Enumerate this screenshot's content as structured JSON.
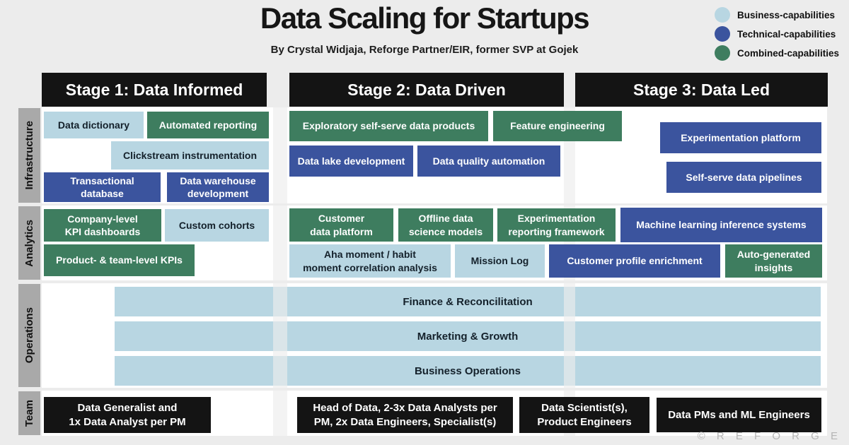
{
  "header": {
    "title": "Data Scaling for Startups",
    "subtitle": "By Crystal Widjaja, Reforge Partner/EIR, former SVP at Gojek"
  },
  "legend": {
    "items": [
      {
        "label": "Business-capabilities",
        "type": "business",
        "color": "#b8d6e2"
      },
      {
        "label": "Technical-capabilities",
        "type": "technical",
        "color": "#3b549e"
      },
      {
        "label": "Combined-capabilities",
        "type": "combined",
        "color": "#3e7d5f"
      }
    ]
  },
  "stages": [
    {
      "label": "Stage 1: Data Informed"
    },
    {
      "label": "Stage 2: Data Driven"
    },
    {
      "label": "Stage 3: Data Led"
    }
  ],
  "rows": [
    {
      "label": "Infrastructure"
    },
    {
      "label": "Analytics"
    },
    {
      "label": "Operations"
    },
    {
      "label": "Team"
    }
  ],
  "capabilities": {
    "infrastructure": [
      {
        "label": "Data dictionary",
        "type": "business",
        "stage": 1
      },
      {
        "label": "Automated reporting",
        "type": "combined",
        "stage": 1
      },
      {
        "label": "Clickstream instrumentation",
        "type": "business",
        "stage": 1
      },
      {
        "label": "Transactional\ndatabase",
        "type": "technical",
        "stage": 1
      },
      {
        "label": "Data warehouse\ndevelopment",
        "type": "technical",
        "stage": 1
      },
      {
        "label": "Exploratory self-serve data products",
        "type": "combined",
        "stage": 2
      },
      {
        "label": "Feature engineering",
        "type": "combined",
        "stage": 2
      },
      {
        "label": "Data lake development",
        "type": "technical",
        "stage": 2
      },
      {
        "label": "Data quality automation",
        "type": "technical",
        "stage": 2
      },
      {
        "label": "Experimentation platform",
        "type": "technical",
        "stage": 3
      },
      {
        "label": "Self-serve data pipelines",
        "type": "technical",
        "stage": 3
      }
    ],
    "analytics": [
      {
        "label": "Company-level\nKPI dashboards",
        "type": "combined",
        "stage": 1
      },
      {
        "label": "Custom cohorts",
        "type": "business",
        "stage": 1
      },
      {
        "label": "Product- & team-level KPIs",
        "type": "combined",
        "stage": 1
      },
      {
        "label": "Customer\ndata platform",
        "type": "combined",
        "stage": 2
      },
      {
        "label": "Offline data\nscience models",
        "type": "combined",
        "stage": 2
      },
      {
        "label": "Experimentation\nreporting framework",
        "type": "combined",
        "stage": 2
      },
      {
        "label": "Aha moment / habit\nmoment correlation analysis",
        "type": "business",
        "stage": 2
      },
      {
        "label": "Mission Log",
        "type": "business",
        "stage": 2
      },
      {
        "label": "Machine learning inference systems",
        "type": "technical",
        "stage": 3
      },
      {
        "label": "Customer profile enrichment",
        "type": "technical",
        "stage": 3
      },
      {
        "label": "Auto-generated\ninsights",
        "type": "combined",
        "stage": 3
      }
    ],
    "operations": [
      {
        "label": "Finance & Reconcilitation",
        "type": "business"
      },
      {
        "label": "Marketing & Growth",
        "type": "business"
      },
      {
        "label": "Business Operations",
        "type": "business"
      }
    ],
    "team": [
      {
        "label": "Data Generalist and\n1x Data Analyst per PM",
        "stage": 1
      },
      {
        "label": "Head of Data, 2-3x Data Analysts per\nPM, 2x Data Engineers, Specialist(s)",
        "stage": 2
      },
      {
        "label": "Data Scientist(s),\nProduct Engineers",
        "stage": 2
      },
      {
        "label": "Data PMs and ML Engineers",
        "stage": 3
      }
    ]
  },
  "footer": {
    "credit": "© R E F O R G E"
  },
  "colors": {
    "business": "#b8d6e2",
    "technical": "#3b549e",
    "combined": "#3e7d5f",
    "stage_header": "#141414",
    "row_label_bg": "#a9a9a9",
    "background": "#ececec",
    "panel": "#ffffff",
    "credit_text": "#b5b5b5"
  }
}
